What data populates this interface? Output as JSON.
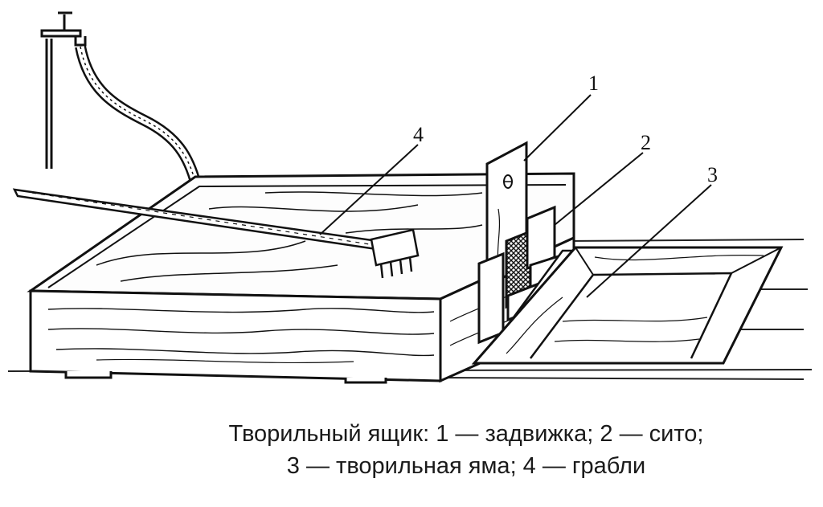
{
  "callouts": {
    "c1": "1",
    "c2": "2",
    "c3": "3",
    "c4": "4"
  },
  "caption": {
    "line1": "Творильный ящик: 1 — задвижка; 2 — сито;",
    "line2": "3 — творильная яма; 4 — грабли"
  },
  "colors": {
    "ink": "#111111",
    "paper": "#ffffff"
  }
}
